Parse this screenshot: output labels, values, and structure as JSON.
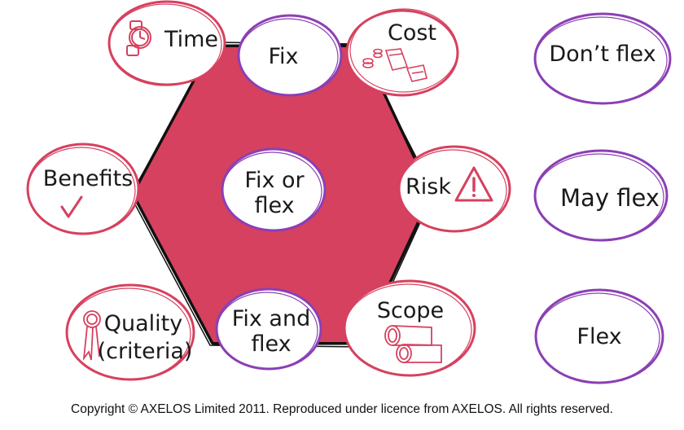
{
  "diagram": {
    "center": {
      "line1": "Fix or",
      "line2": "flex"
    },
    "nodes": {
      "time": "Time",
      "cost": "Cost",
      "fix": "Fix",
      "benefits": "Benefits",
      "risk": "Risk",
      "quality": {
        "line1": "Quality",
        "line2": "(criteria)"
      },
      "fix_and_flex": {
        "line1": "Fix and",
        "line2": "flex"
      },
      "scope": "Scope"
    }
  },
  "legend": {
    "dont_flex": "Don’t flex",
    "may_flex": "May flex",
    "flex": "Flex"
  },
  "footer": {
    "copyright": "Copyright © AXELOS Limited 2011. Reproduced under licence from AXELOS. All rights reserved."
  },
  "colors": {
    "hexagon_fill": "#d6415f",
    "red_outline": "#d6415f",
    "purple_outline": "#8b3fb4",
    "icon_red": "#d6415f"
  }
}
